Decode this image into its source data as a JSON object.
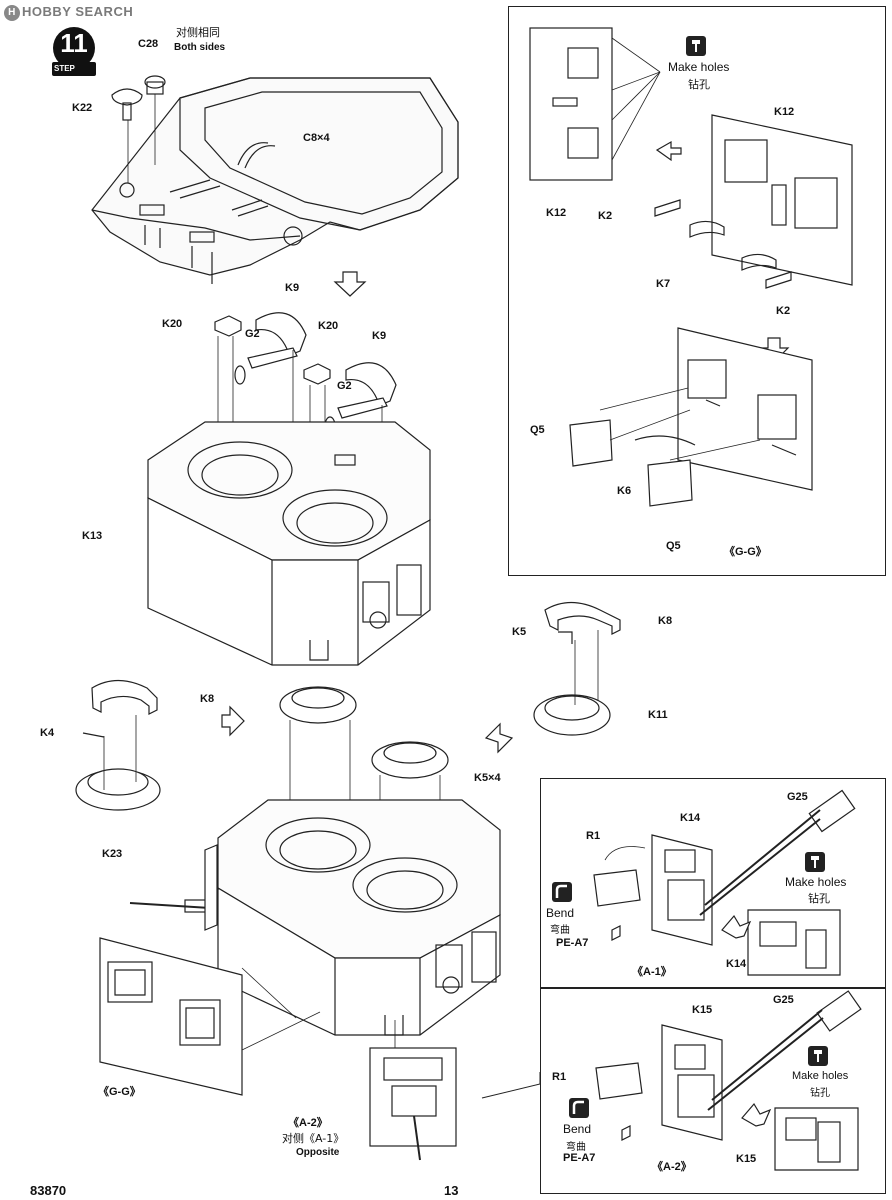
{
  "watermark": {
    "logo": "H",
    "text": "HOBBY SEARCH"
  },
  "step": {
    "number": "11",
    "label": "STEP"
  },
  "top": {
    "both_sides_cn": "对侧相同",
    "both_sides_en": "Both sides"
  },
  "labels": {
    "c28": "C28",
    "k22": "K22",
    "c8x4": "C8×4",
    "k9a": "K9",
    "k20a": "K20",
    "g2a": "G2",
    "k20b": "K20",
    "k9b": "K9",
    "g2b": "G2",
    "k13": "K13",
    "k4": "K4",
    "k8a": "K8",
    "k23": "K23",
    "k5x4": "K5×4",
    "k5": "K5",
    "k8b": "K8",
    "k11": "K11",
    "gg_bottom": "《G-G》",
    "a2": "《A-2》",
    "opposite_cn": "对侧《A-1》",
    "opposite_en": "Opposite"
  },
  "panel_gg": {
    "make_holes_en": "Make holes",
    "make_holes_cn": "钻孔",
    "k12a": "K12",
    "k12b": "K12",
    "k2a": "K2",
    "k7": "K7",
    "k2b": "K2",
    "q5a": "Q5",
    "k6": "K6",
    "q5b": "Q5",
    "gg": "《G-G》"
  },
  "panel_a1": {
    "r1": "R1",
    "k14a": "K14",
    "g25": "G25",
    "make_holes_en": "Make holes",
    "make_holes_cn": "钻孔",
    "bend_en": "Bend",
    "bend_cn": "弯曲",
    "pe": "PE-A7",
    "a1": "《A-1》",
    "k14b": "K14"
  },
  "panel_a2": {
    "k15a": "K15",
    "g25": "G25",
    "r1": "R1",
    "make_holes_en": "Make holes",
    "make_holes_cn": "钻孔",
    "bend_en": "Bend",
    "bend_cn": "弯曲",
    "pe": "PE-A7",
    "a2": "《A-2》",
    "k15b": "K15"
  },
  "footer": {
    "kit_number": "83870",
    "page_number": "13"
  }
}
